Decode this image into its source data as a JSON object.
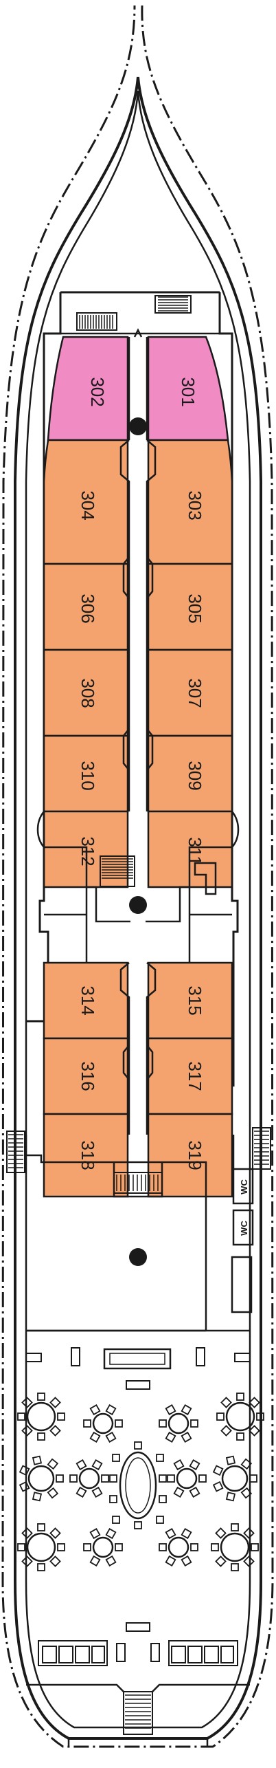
{
  "colors": {
    "cabin_standard": "#F4A36E",
    "cabin_suite": "#F08BC3",
    "outline": "#1a1a1a",
    "background": "#ffffff"
  },
  "cabins": [
    {
      "number": "302",
      "category": "suite"
    },
    {
      "number": "301",
      "category": "suite"
    },
    {
      "number": "304",
      "category": "standard"
    },
    {
      "number": "303",
      "category": "standard"
    },
    {
      "number": "306",
      "category": "standard"
    },
    {
      "number": "305",
      "category": "standard"
    },
    {
      "number": "308",
      "category": "standard"
    },
    {
      "number": "307",
      "category": "standard"
    },
    {
      "number": "310",
      "category": "standard"
    },
    {
      "number": "309",
      "category": "standard"
    },
    {
      "number": "312",
      "category": "standard"
    },
    {
      "number": "311",
      "category": "standard"
    },
    {
      "number": "314",
      "category": "standard"
    },
    {
      "number": "315",
      "category": "standard"
    },
    {
      "number": "316",
      "category": "standard"
    },
    {
      "number": "317",
      "category": "standard"
    },
    {
      "number": "318",
      "category": "standard"
    },
    {
      "number": "319",
      "category": "standard"
    }
  ],
  "restrooms": {
    "upper_label": "WC",
    "lower_label": "WC"
  }
}
